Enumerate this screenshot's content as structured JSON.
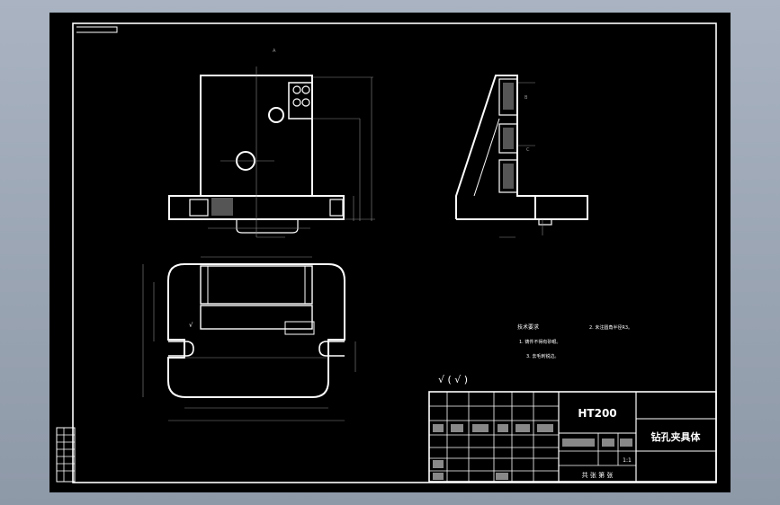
{
  "title_block": {
    "material": "HT200",
    "drawing_name": "钻孔夹具体",
    "sheet_info": "共 张 第 张",
    "scale": "1:1"
  },
  "tech_notes": {
    "heading": "技术要求",
    "item1": "1. 铸件不得有砂眼。",
    "item2": "2. 未注圆角半径R3。",
    "item3": "3. 去毛刺锐边。"
  },
  "surface_note": "√ ( √ )",
  "colors": {
    "background": "#000000",
    "lines": "#ffffff",
    "dimensions": "#8a8a8a",
    "frame": "#98a3b2"
  }
}
